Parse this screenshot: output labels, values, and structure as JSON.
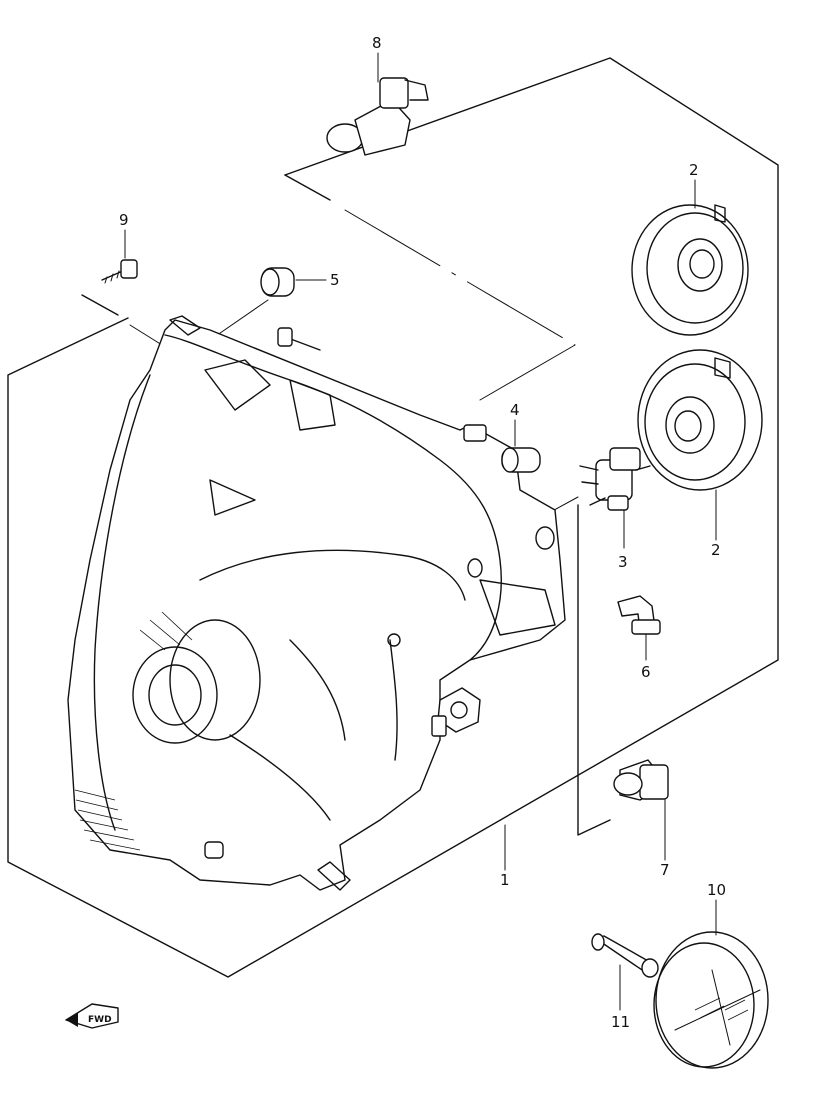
{
  "callouts": {
    "c1": "1",
    "c2a": "2",
    "c2b": "2",
    "c3": "3",
    "c4": "4",
    "c5": "5",
    "c6": "6",
    "c7": "7",
    "c8": "8",
    "c9": "9",
    "c10": "10",
    "c11": "11"
  },
  "direction_badge": {
    "label": "FWD",
    "icon": "arrow-fwd-icon"
  }
}
